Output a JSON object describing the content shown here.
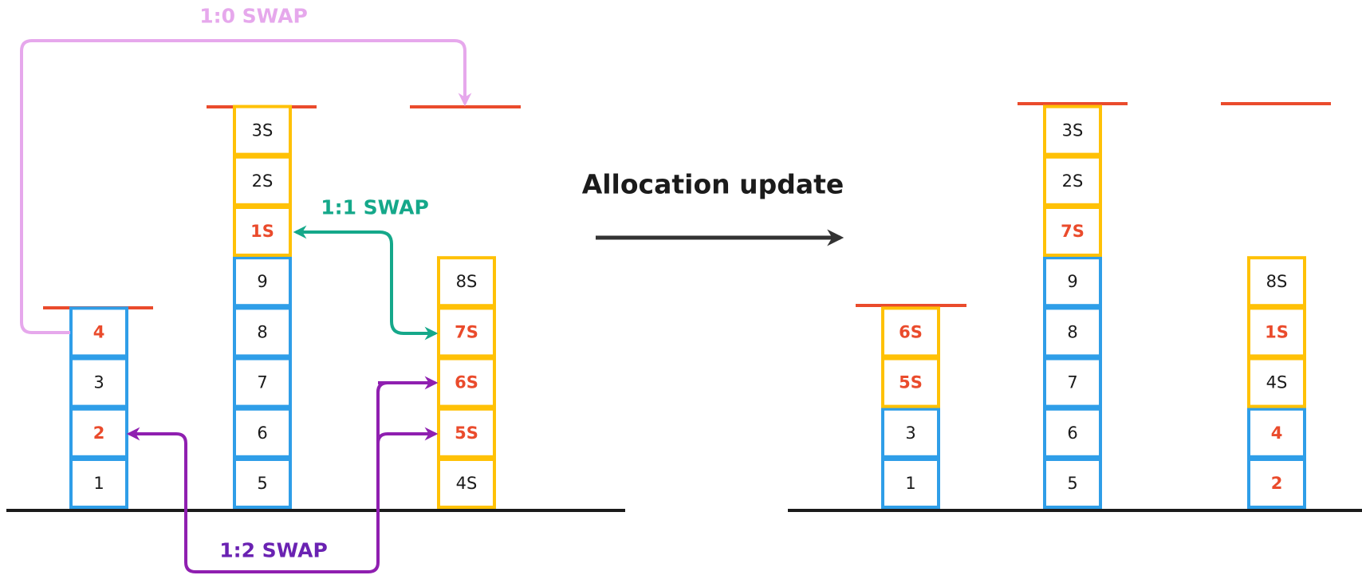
{
  "colors": {
    "blue": "#2f9ee8",
    "yellow": "#ffc106",
    "red": "#ea4b2c",
    "black": "#1b1b1b",
    "pink": "#e6a8ec",
    "teal": "#15a88a",
    "purple": "#8f1fb0",
    "dark_purple": "#6a22b2",
    "arrow_gray": "#333333"
  },
  "before": {
    "stacks": [
      {
        "cells": [
          {
            "label": "1",
            "kind": "blue",
            "highlight": false
          },
          {
            "label": "2",
            "kind": "blue",
            "highlight": true
          },
          {
            "label": "3",
            "kind": "blue",
            "highlight": false
          },
          {
            "label": "4",
            "kind": "blue",
            "highlight": true
          }
        ]
      },
      {
        "cells": [
          {
            "label": "5",
            "kind": "blue",
            "highlight": false
          },
          {
            "label": "6",
            "kind": "blue",
            "highlight": false
          },
          {
            "label": "7",
            "kind": "blue",
            "highlight": false
          },
          {
            "label": "8",
            "kind": "blue",
            "highlight": false
          },
          {
            "label": "9",
            "kind": "blue",
            "highlight": false
          },
          {
            "label": "1S",
            "kind": "yellow",
            "highlight": true
          },
          {
            "label": "2S",
            "kind": "yellow",
            "highlight": false
          },
          {
            "label": "3S",
            "kind": "yellow",
            "highlight": false
          }
        ]
      },
      {
        "cells": [
          {
            "label": "4S",
            "kind": "yellow",
            "highlight": false
          },
          {
            "label": "5S",
            "kind": "yellow",
            "highlight": true
          },
          {
            "label": "6S",
            "kind": "yellow",
            "highlight": true
          },
          {
            "label": "7S",
            "kind": "yellow",
            "highlight": true
          },
          {
            "label": "8S",
            "kind": "yellow",
            "highlight": false
          }
        ]
      }
    ]
  },
  "after": {
    "stacks": [
      {
        "cells": [
          {
            "label": "1",
            "kind": "blue",
            "highlight": false
          },
          {
            "label": "3",
            "kind": "blue",
            "highlight": false
          },
          {
            "label": "5S",
            "kind": "yellow",
            "highlight": true
          },
          {
            "label": "6S",
            "kind": "yellow",
            "highlight": true
          }
        ]
      },
      {
        "cells": [
          {
            "label": "5",
            "kind": "blue",
            "highlight": false
          },
          {
            "label": "6",
            "kind": "blue",
            "highlight": false
          },
          {
            "label": "7",
            "kind": "blue",
            "highlight": false
          },
          {
            "label": "8",
            "kind": "blue",
            "highlight": false
          },
          {
            "label": "9",
            "kind": "blue",
            "highlight": false
          },
          {
            "label": "7S",
            "kind": "yellow",
            "highlight": true
          },
          {
            "label": "2S",
            "kind": "yellow",
            "highlight": false
          },
          {
            "label": "3S",
            "kind": "yellow",
            "highlight": false
          }
        ]
      },
      {
        "cells": [
          {
            "label": "2",
            "kind": "blue",
            "highlight": true
          },
          {
            "label": "4",
            "kind": "blue",
            "highlight": true
          },
          {
            "label": "4S",
            "kind": "yellow",
            "highlight": false
          },
          {
            "label": "1S",
            "kind": "yellow",
            "highlight": true
          },
          {
            "label": "8S",
            "kind": "yellow",
            "highlight": false
          }
        ]
      }
    ]
  },
  "labels": {
    "swap_1_0": "1:0 SWAP",
    "swap_1_1": "1:1 SWAP",
    "swap_1_2": "1:2 SWAP",
    "allocation_update": "Allocation update"
  }
}
